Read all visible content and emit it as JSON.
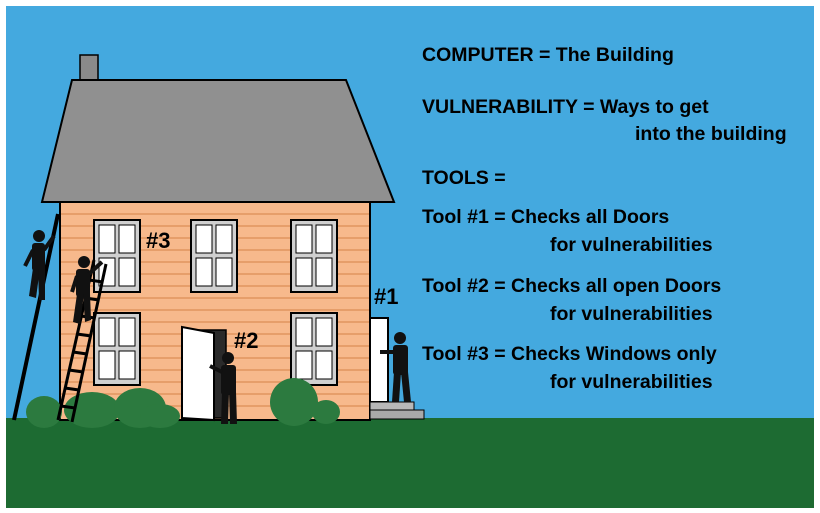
{
  "colors": {
    "sky": "#44a9df",
    "grass": "#1d6b32",
    "roof": "#909090",
    "wall": "#f7b98c",
    "siding": "#e59c6a",
    "shrub": "#2c7a3f",
    "figure": "#111111",
    "frame": "#000000"
  },
  "labels": {
    "tool1_marker": "#1",
    "tool2_marker": "#2",
    "tool3_marker": "#3"
  },
  "legend": {
    "computer": "COMPUTER = The Building",
    "vulnerability_line1": "VULNERABILITY = Ways to get",
    "vulnerability_line2": "into the building",
    "tools": "TOOLS =",
    "tool1_line1": "Tool #1 = Checks all Doors",
    "tool1_line2": "for vulnerabilities",
    "tool2_line1": "Tool #2 = Checks all open Doors",
    "tool2_line2": "for vulnerabilities",
    "tool3_line1": "Tool #3 = Checks Windows only",
    "tool3_line2": "for vulnerabilities"
  }
}
